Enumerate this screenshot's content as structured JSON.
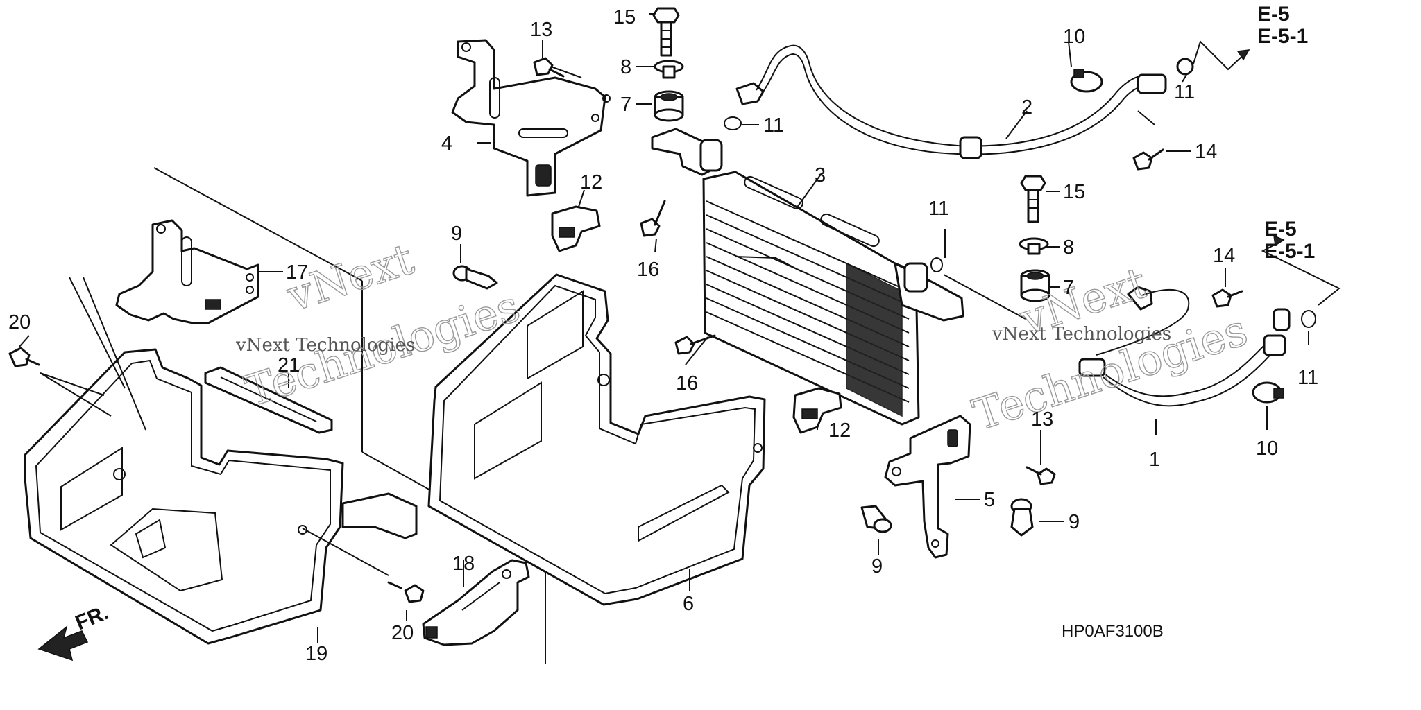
{
  "diagram": {
    "code": "HP0AF3100B",
    "front_label": "FR.",
    "watermark": {
      "brand": "vNext",
      "tagline": "vNext Technologies",
      "line2": "Technologies"
    },
    "references": {
      "ref_a": "E-5",
      "ref_b": "E-5-1"
    },
    "callouts": [
      {
        "id": "c15a",
        "label": "15"
      },
      {
        "id": "c8a",
        "label": "8"
      },
      {
        "id": "c7a",
        "label": "7"
      },
      {
        "id": "c13a",
        "label": "13"
      },
      {
        "id": "c4",
        "label": "4"
      },
      {
        "id": "c11a",
        "label": "11"
      },
      {
        "id": "c10a",
        "label": "10"
      },
      {
        "id": "c11b",
        "label": "11"
      },
      {
        "id": "c2",
        "label": "2"
      },
      {
        "id": "c14a",
        "label": "14"
      },
      {
        "id": "c3",
        "label": "3"
      },
      {
        "id": "c12a",
        "label": "12"
      },
      {
        "id": "c9a",
        "label": "9"
      },
      {
        "id": "c16a",
        "label": "16"
      },
      {
        "id": "c15b",
        "label": "15"
      },
      {
        "id": "c11c",
        "label": "11"
      },
      {
        "id": "c8b",
        "label": "8"
      },
      {
        "id": "c7b",
        "label": "7"
      },
      {
        "id": "c14b",
        "label": "14"
      },
      {
        "id": "c17",
        "label": "17"
      },
      {
        "id": "c20a",
        "label": "20"
      },
      {
        "id": "c21",
        "label": "21"
      },
      {
        "id": "c16b",
        "label": "16"
      },
      {
        "id": "c11d",
        "label": "11"
      },
      {
        "id": "c13b",
        "label": "13"
      },
      {
        "id": "c12b",
        "label": "12"
      },
      {
        "id": "c1",
        "label": "1"
      },
      {
        "id": "c10b",
        "label": "10"
      },
      {
        "id": "c5",
        "label": "5"
      },
      {
        "id": "c9b",
        "label": "9"
      },
      {
        "id": "c9c",
        "label": "9"
      },
      {
        "id": "c6",
        "label": "6"
      },
      {
        "id": "c18",
        "label": "18"
      },
      {
        "id": "c20b",
        "label": "20"
      },
      {
        "id": "c19",
        "label": "19"
      }
    ]
  }
}
